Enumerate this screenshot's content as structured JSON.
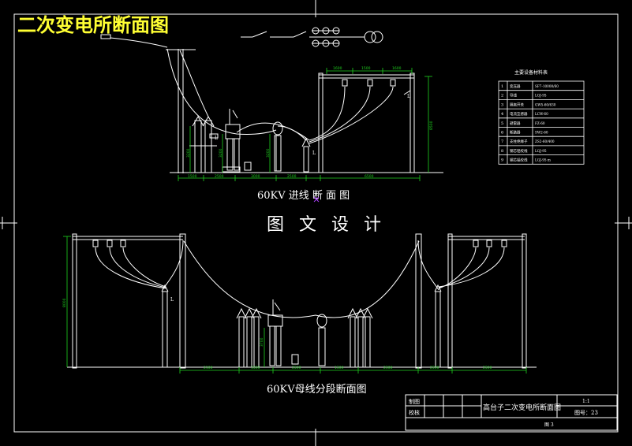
{
  "drawing_title": "二次变电所断面图",
  "top_section_caption": "60KV 进线 断 面 图",
  "center_watermark": "图 文 设 计",
  "bottom_section_caption": "60KV母线分段断面图",
  "equipment_table": {
    "title": "主要设备材料表",
    "rows": [
      {
        "no": "1",
        "name": "变压器",
        "spec": "SF7-10000/60"
      },
      {
        "no": "2",
        "name": "导线",
        "spec": "LGJ-95"
      },
      {
        "no": "3",
        "name": "隔离开关",
        "spec": "GW5-60/630"
      },
      {
        "no": "4",
        "name": "电流互感器",
        "spec": "LCW-60"
      },
      {
        "no": "5",
        "name": "避雷器",
        "spec": "FZ-60"
      },
      {
        "no": "6",
        "name": "断路器",
        "spec": "SW2-60"
      },
      {
        "no": "7",
        "name": "支柱绝缘子",
        "spec": "ZS2-60/400"
      },
      {
        "no": "8",
        "name": "钢芯铝绞线",
        "spec": "LGJ-95"
      },
      {
        "no": "9",
        "name": "钢芯铝绞线",
        "spec": "LGJ-95 m"
      }
    ]
  },
  "title_block": {
    "design_label": "制图",
    "check_label": "校核",
    "drawing_name": "高台子二次变电所断面图",
    "scale": "1:1",
    "drawing_number_label": "图号：23",
    "sheet": "图 3"
  },
  "top_dimensions": [
    "1500",
    "2500",
    "3000",
    "2500",
    "6500",
    "1600",
    "1500",
    "1600"
  ],
  "top_vertical_dims": [
    "3200",
    "3200",
    "3200",
    "8500"
  ],
  "bottom_dimensions": [
    "2100",
    "1500",
    "2500",
    "1500",
    "2500",
    "2500",
    "2500"
  ],
  "bottom_vertical_dims": [
    "8000",
    "3700"
  ],
  "wire_labels": [
    "L",
    "L",
    "L",
    "L"
  ]
}
